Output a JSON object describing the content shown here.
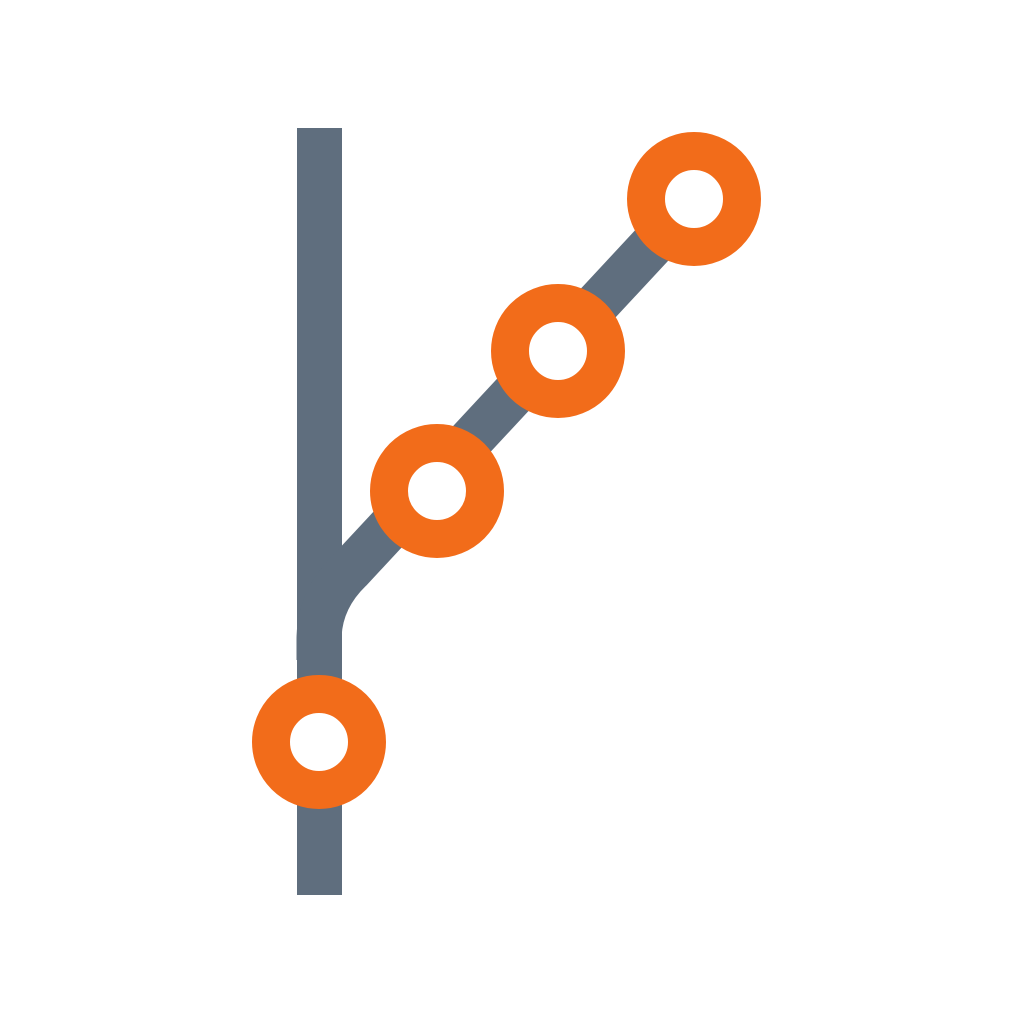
{
  "icon": {
    "name": "branch-icon",
    "colors": {
      "background": "#ffffff",
      "line": "#5f6e7e",
      "node_fill": "#f26c1a",
      "node_stroke": "#e85f12",
      "node_hole": "#ffffff"
    },
    "main_line": {
      "name": "main-branch-line"
    },
    "branch_line": {
      "name": "feature-branch-line"
    },
    "nodes": [
      {
        "name": "commit-node-main"
      },
      {
        "name": "commit-node-branch-1"
      },
      {
        "name": "commit-node-branch-2"
      },
      {
        "name": "commit-node-branch-3"
      }
    ]
  }
}
